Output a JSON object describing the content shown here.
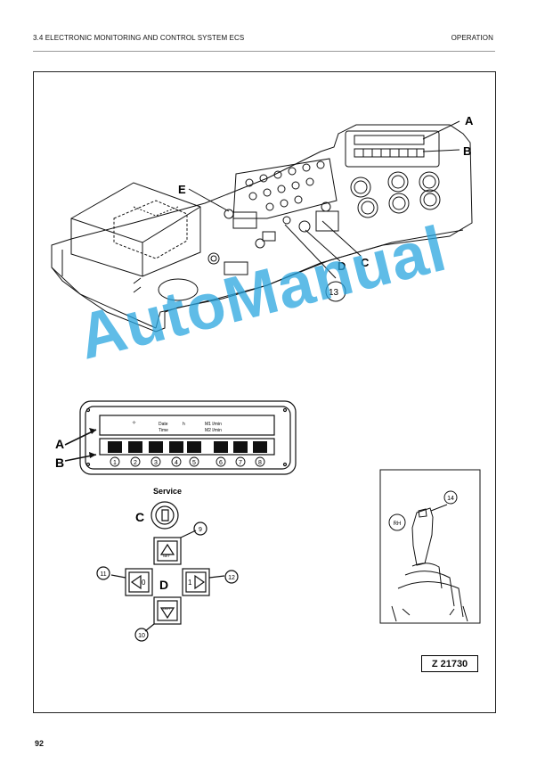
{
  "header": {
    "section_title": "3.4 ELECTRONIC MONITORING AND CONTROL SYSTEM ECS",
    "chapter": "OPERATION"
  },
  "page_number": "92",
  "watermark": "AutoManual",
  "figure": {
    "code": "Z 21730",
    "callouts_top": [
      "A",
      "B",
      "C",
      "D",
      "E",
      "13"
    ],
    "display": {
      "label_a": "A",
      "label_b": "B",
      "date": "Date",
      "time": "Time",
      "unit_h": "h",
      "m1": "M1 l/min",
      "m2": "M2 l/min",
      "buttons": [
        "1",
        "2",
        "3",
        "4",
        "5",
        "6",
        "7",
        "8"
      ]
    },
    "keypad": {
      "service_label": "Service",
      "c_label": "C",
      "d_label": "D",
      "up_text": "NET",
      "down_text": "OUT",
      "left_text": "0",
      "right_text": "1",
      "callouts": [
        "9",
        "10",
        "11",
        "12"
      ]
    },
    "joystick": {
      "rh_label": "RH",
      "callout": "14"
    }
  }
}
